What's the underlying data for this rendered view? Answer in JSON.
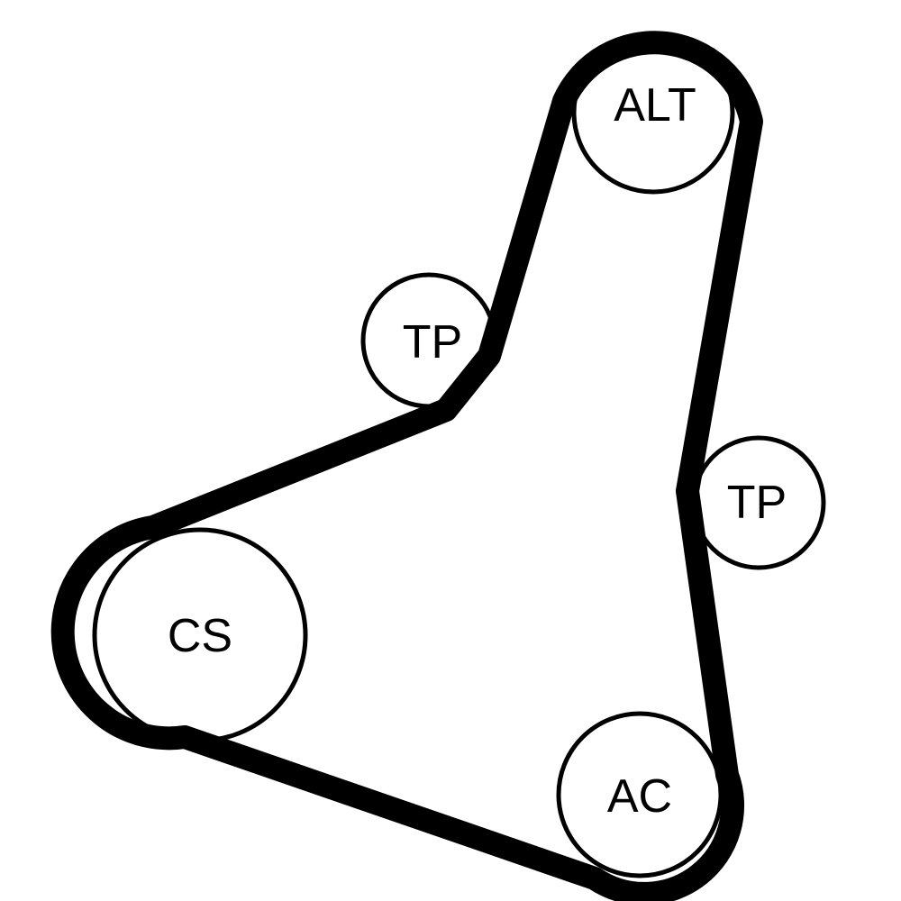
{
  "diagram": {
    "belt_color": "#000000",
    "pulleys": [
      {
        "id": "alt",
        "label": "ALT"
      },
      {
        "id": "tp-upper",
        "label": "TP"
      },
      {
        "id": "tp-right",
        "label": "TP"
      },
      {
        "id": "cs",
        "label": "CS"
      },
      {
        "id": "ac",
        "label": "AC"
      }
    ]
  }
}
